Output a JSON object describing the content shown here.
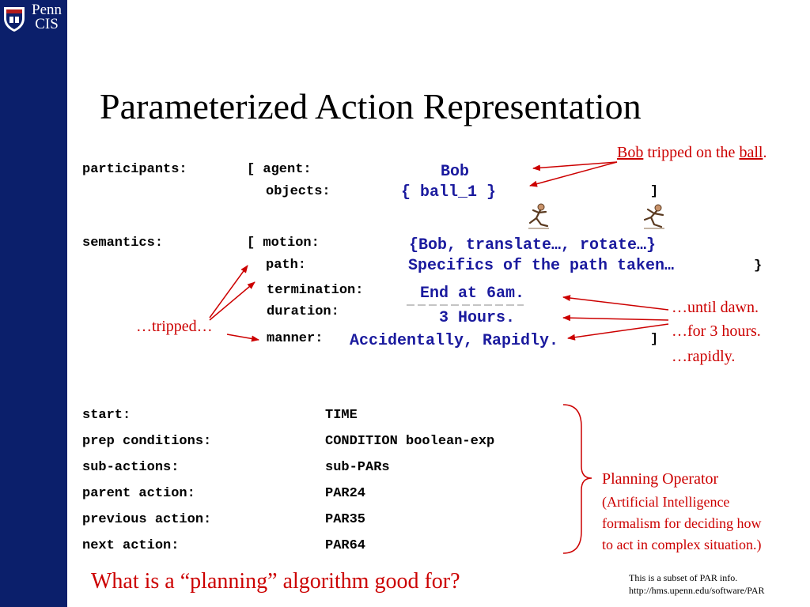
{
  "logo": {
    "line1": "Penn",
    "line2": "CIS"
  },
  "title": "Parameterized Action Representation",
  "colors": {
    "sidebar": "#0b1f6b",
    "annotation": "#cc0000",
    "value_text": "#1a1a9e"
  },
  "annotations": {
    "bob": "Bob",
    "mid": " tripped on the ",
    "ball": "ball",
    "period": ".",
    "tripped": "…tripped…",
    "until_dawn": "…until dawn.",
    "for_3_hours": "…for 3 hours.",
    "rapidly": "…rapidly.",
    "planning_title": "Planning Operator",
    "planning_line1": "(Artificial Intelligence",
    "planning_line2": "formalism for deciding how",
    "planning_line3": "to act in complex situation.)",
    "question": "What is a “planning” algorithm good for?"
  },
  "par": {
    "participants_label": "participants:",
    "agent_label": "[ agent:",
    "objects_label": "objects:",
    "agent_value": "Bob",
    "objects_value": "{ ball_1 }",
    "close_bracket_1": "]",
    "semantics_label": "semantics:",
    "motion_label": "[ motion:",
    "path_label": "path:",
    "termination_label": "termination:",
    "duration_label": "duration:",
    "manner_label": "manner:",
    "motion_value": "{Bob, translate…, rotate…}",
    "path_value": "Specifics of the path taken…",
    "path_close": "}",
    "termination_value": "End at 6am.",
    "duration_value": "3 Hours.",
    "manner_value": "Accidentally, Rapidly.",
    "close_bracket_2": "]",
    "icons": [
      "running-figure-icon",
      "tripping-figure-icon"
    ]
  },
  "fields": [
    {
      "label": "start:",
      "value": "TIME"
    },
    {
      "label": "prep conditions:",
      "value": "CONDITION boolean-exp"
    },
    {
      "label": "sub-actions:",
      "value": "sub-PARs"
    },
    {
      "label": "parent action:",
      "value": "PAR24"
    },
    {
      "label": "previous action:",
      "value": "PAR35"
    },
    {
      "label": "next action:",
      "value": "PAR64"
    }
  ],
  "footer": {
    "note": "This is a subset of PAR info.",
    "url": "http://hms.upenn.edu/software/PAR"
  }
}
